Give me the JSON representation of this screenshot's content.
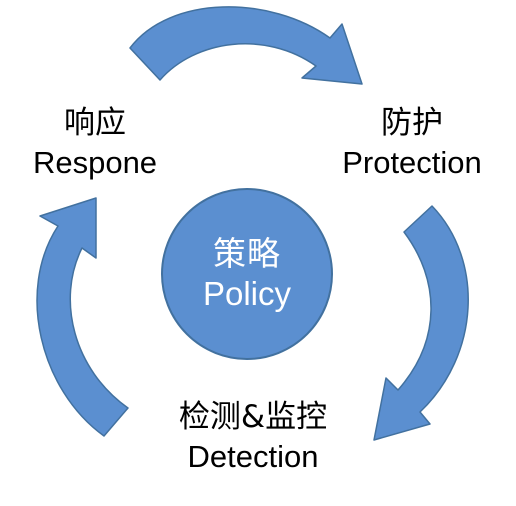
{
  "diagram": {
    "center": {
      "zh": "策略",
      "en": "Policy"
    },
    "nodes": {
      "respond": {
        "zh": "响应",
        "en": "Respone"
      },
      "protect": {
        "zh": "防护",
        "en": "Protection"
      },
      "detect": {
        "zh": "检测&监控",
        "en": "Detection"
      }
    },
    "colors": {
      "arrow_fill": "#5b8fd0",
      "arrow_stroke": "#42719f",
      "text": "#000000",
      "center_text": "#ffffff"
    }
  }
}
